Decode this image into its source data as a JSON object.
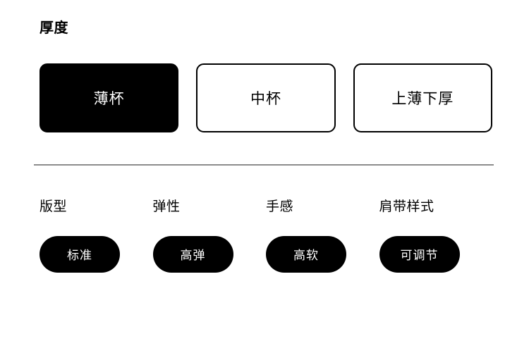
{
  "thickness_section": {
    "title": "厚度",
    "options": [
      {
        "label": "薄杯",
        "selected": true
      },
      {
        "label": "中杯",
        "selected": false
      },
      {
        "label": "上薄下厚",
        "selected": false
      }
    ]
  },
  "divider": {
    "color": "#8c8c8c"
  },
  "attributes": [
    {
      "label": "版型",
      "value": "标准",
      "selected": true
    },
    {
      "label": "弹性",
      "value": "高弹",
      "selected": true
    },
    {
      "label": "手感",
      "value": "高软",
      "selected": true
    },
    {
      "label": "肩带样式",
      "value": "可调节",
      "selected": true
    }
  ],
  "colors": {
    "selected_background": "#000000",
    "selected_text": "#ffffff",
    "unselected_background": "#ffffff",
    "unselected_text": "#000000",
    "border": "#000000",
    "page_background": "#ffffff"
  }
}
